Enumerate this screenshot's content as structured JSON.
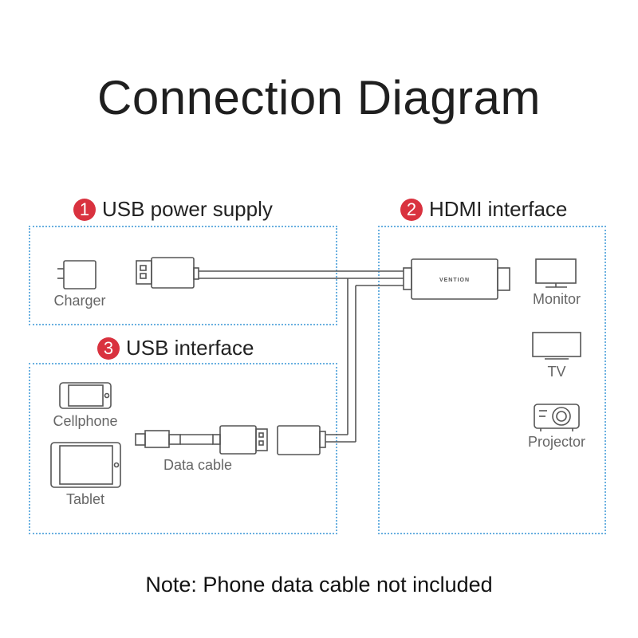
{
  "title": "Connection Diagram",
  "sections": [
    {
      "number": "1",
      "title": "USB power supply"
    },
    {
      "number": "2",
      "title": "HDMI interface"
    },
    {
      "number": "3",
      "title": "USB interface"
    }
  ],
  "devices": {
    "charger": "Charger",
    "monitor": "Monitor",
    "tv": "TV",
    "projector": "Projector",
    "cellphone": "Cellphone",
    "tablet": "Tablet",
    "data_cable": "Data cable"
  },
  "adapter_brand": "VENTION",
  "note": "Note: Phone data cable not included",
  "colors": {
    "badge": "#d9323f",
    "box_border": "#6ab0e0",
    "line": "#555555"
  }
}
